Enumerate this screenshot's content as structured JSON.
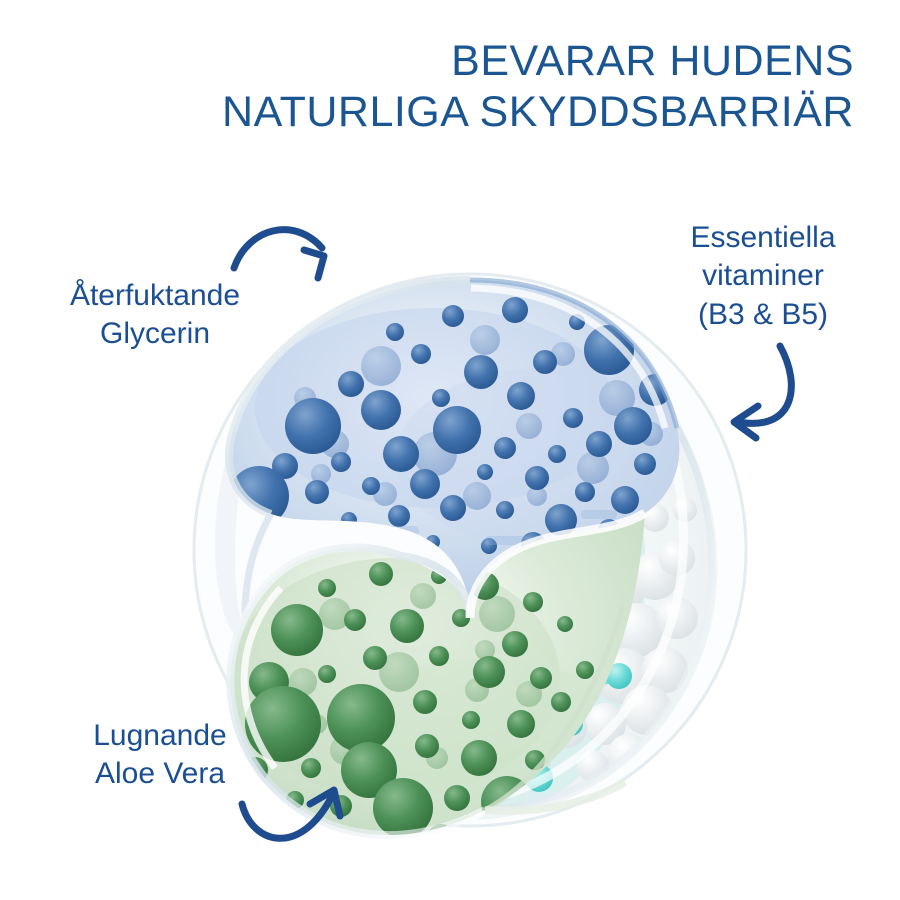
{
  "background_color": "#ffffff",
  "headline": {
    "lines": [
      "BEVARAR HUDENS",
      "NATURLIGA SKYDDSBARRIÄR"
    ],
    "line1": "BEVARAR HUDENS",
    "line2": "NATURLIGA SKYDDSBARRIÄR",
    "color": "#1B5693",
    "align": "right"
  },
  "callouts": [
    {
      "id": "glycerin",
      "lines": [
        "Återfuktande",
        "Glycerin"
      ],
      "line1": "Återfuktande",
      "line2": "Glycerin",
      "color": "#1B4F93",
      "position": "top-left",
      "arrow": "curve-right-down",
      "points_to": "blue-droplet-lobe"
    },
    {
      "id": "vitamins",
      "lines": [
        "Essentiella",
        "vitaminer",
        "(B3 & B5)"
      ],
      "line1": "Essentiella",
      "line2": "vitaminer",
      "line3": "(B3 & B5)",
      "color": "#1B4F93",
      "position": "top-right",
      "arrow": "curve-down-left",
      "points_to": "cyan-molecule-lobe"
    },
    {
      "id": "aloe",
      "lines": [
        "Lugnande",
        "Aloe Vera"
      ],
      "line1": "Lugnande",
      "line2": "Aloe Vera",
      "color": "#1B4F93",
      "position": "bottom-left",
      "arrow": "curve-right-up",
      "points_to": "green-droplet-lobe"
    }
  ],
  "emblem": {
    "type": "triskelion",
    "description": "Three-part swirl of translucent glass lobes",
    "lobes": [
      {
        "id": "blue-droplet-lobe",
        "ingredient_label": "Återfuktande Glycerin",
        "content": "droplets",
        "fill_color": "#B9CDE6",
        "accent_color": "#3C6DA8",
        "deep_accent_color": "#2E5B96",
        "position": "top-left"
      },
      {
        "id": "green-droplet-lobe",
        "ingredient_label": "Lugnande Aloe Vera",
        "content": "droplets",
        "fill_color": "#CBDEC8",
        "accent_color": "#4D9158",
        "deep_accent_color": "#3C7A47",
        "position": "bottom-left"
      },
      {
        "id": "cyan-molecule-lobe",
        "ingredient_label": "Essentiella vitaminer (B3 & B5)",
        "content": "molecules",
        "fill_color": "#E4F2F1",
        "accent_color": "#6FDCD8",
        "deep_accent_color": "#44C8C4",
        "position": "right"
      }
    ],
    "glass_color": "#DDE6EC",
    "arrow_color": "#1F4C8F"
  }
}
